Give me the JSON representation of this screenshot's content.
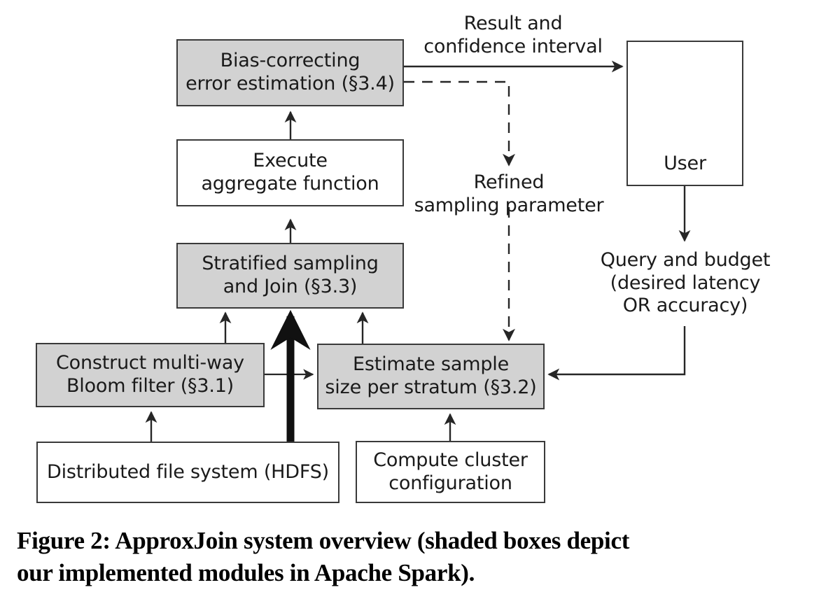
{
  "figure": {
    "caption_line1": "Figure 2: ApproxJoin system overview (shaded boxes depict",
    "caption_line2": "our implemented modules in Apache Spark)."
  },
  "diagram": {
    "type": "flowchart",
    "colors": {
      "shaded_box_fill": "#d2d2d2",
      "plain_box_fill": "#ffffff",
      "stroke": "#3a3a3a",
      "text": "#1a1a1a",
      "background": "#ffffff"
    },
    "nodes": [
      {
        "id": "bias-correcting-error-estimation",
        "shaded": true,
        "line1": "Bias-correcting",
        "line2": "error estimation (§3.4)"
      },
      {
        "id": "execute-aggregate-function",
        "shaded": false,
        "line1": "Execute",
        "line2": "aggregate function"
      },
      {
        "id": "stratified-sampling-and-join",
        "shaded": true,
        "line1": "Stratified sampling",
        "line2": "and Join (§3.3)"
      },
      {
        "id": "construct-multi-way-bloom-filter",
        "shaded": true,
        "line1": "Construct multi-way",
        "line2": "Bloom filter (§3.1)"
      },
      {
        "id": "estimate-sample-size-per-stratum",
        "shaded": true,
        "line1": "Estimate sample",
        "line2": "size per stratum (§3.2)"
      },
      {
        "id": "distributed-file-system",
        "shaded": false,
        "line1": "Distributed file system (HDFS)",
        "line2": ""
      },
      {
        "id": "compute-cluster-configuration",
        "shaded": false,
        "line1": "Compute cluster",
        "line2": "configuration"
      },
      {
        "id": "user",
        "shaded": false,
        "line1": "User",
        "line2": ""
      }
    ],
    "edge_labels": [
      {
        "id": "result-and-confidence-interval",
        "line1": "Result and",
        "line2": "confidence interval",
        "line3": ""
      },
      {
        "id": "refined-sampling-parameter",
        "line1": "Refined",
        "line2": "sampling parameter",
        "line3": ""
      },
      {
        "id": "query-and-budget",
        "line1": "Query and budget",
        "line2": "(desired latency",
        "line3": "OR accuracy)"
      }
    ]
  }
}
